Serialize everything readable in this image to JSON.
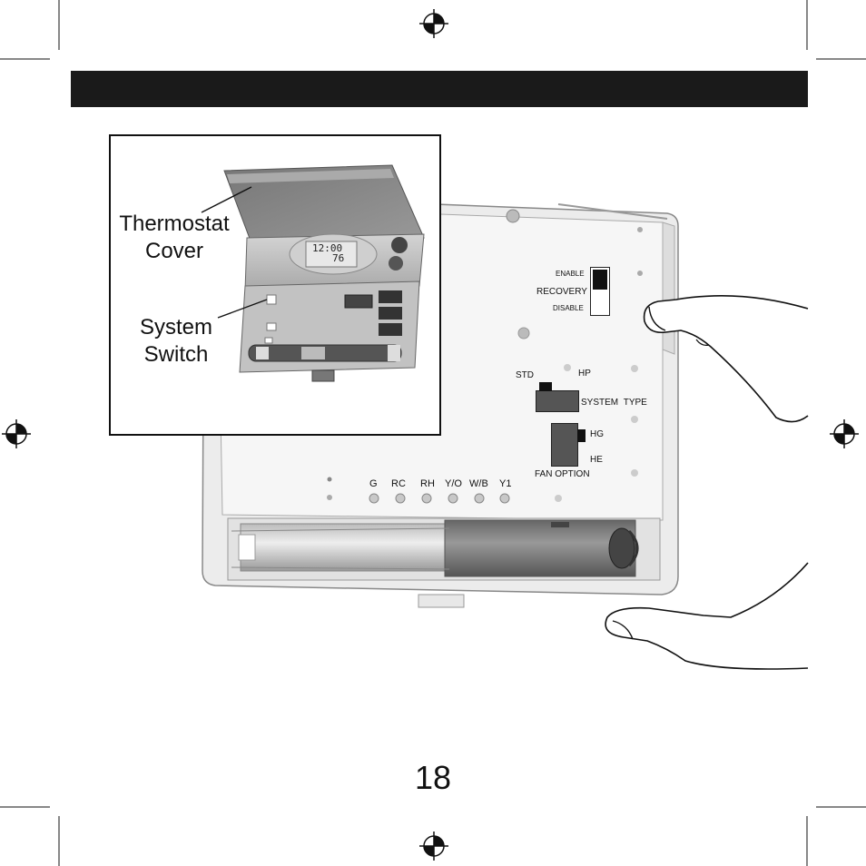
{
  "header": {
    "bar_color": "#1a1a1a"
  },
  "callouts": {
    "thermostat_cover": [
      "Thermostat",
      "Cover"
    ],
    "system_switch": [
      "System",
      "Switch"
    ]
  },
  "lcd": {
    "time": "12:00",
    "temp": "76"
  },
  "recovery_switch": {
    "enable": "ENABLE",
    "label": "RECOVERY",
    "disable": "DISABLE"
  },
  "system_type_switch": {
    "std": "STD",
    "hp": "HP",
    "label": "SYSTEM TYPE"
  },
  "fan_option_switch": {
    "hg": "HG",
    "he": "HE",
    "label": "FAN OPTION"
  },
  "terminals": [
    "G",
    "RC",
    "RH",
    "Y/O",
    "W/B",
    "Y1"
  ],
  "page_number": "18"
}
